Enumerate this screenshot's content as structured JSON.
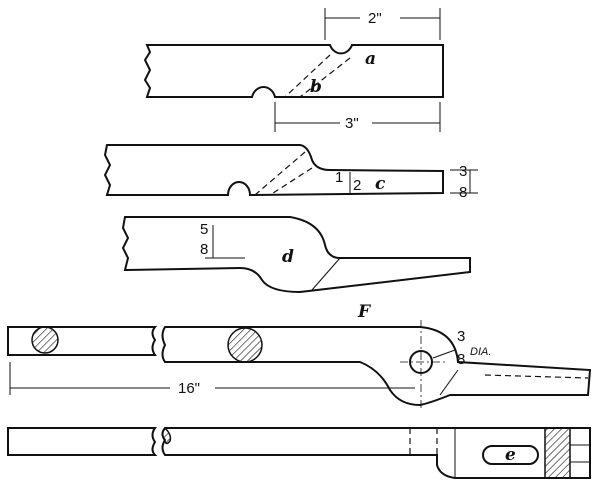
{
  "figure": {
    "labels": {
      "a": "a",
      "b": "b",
      "c": "c",
      "d": "d",
      "e": "e",
      "F": "F"
    },
    "dimensions": {
      "top_width": "2\"",
      "offset": "3\"",
      "half_inch_num": "1",
      "half_inch_den": "2",
      "thickness_num": "3",
      "thickness_den": "8",
      "five_eighths_num": "5",
      "five_eighths_den": "8",
      "hole_num": "3",
      "hole_den": "8",
      "hole_suffix": "DIA.",
      "length": "16\""
    }
  }
}
